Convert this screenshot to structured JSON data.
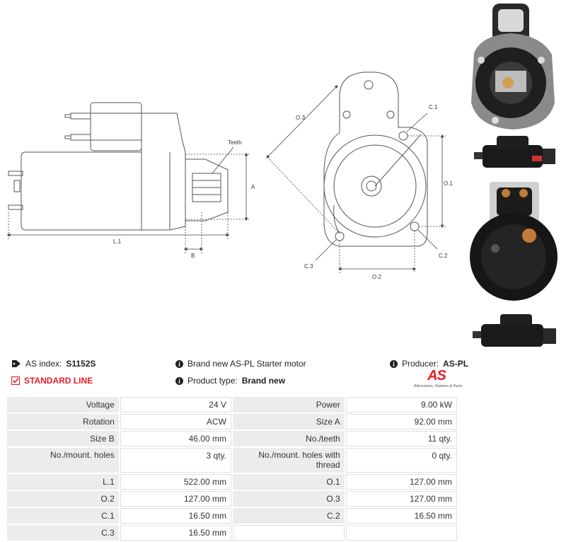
{
  "drawing": {
    "labels": {
      "teeth": "Teeth",
      "a": "A",
      "b": "B",
      "l1": "L.1",
      "o1": "O.1",
      "o2": "O.2",
      "o3": "O.3",
      "c1": "C.1",
      "c2": "C.2",
      "c3": "C.3"
    }
  },
  "info": {
    "as_index_label": "AS index:",
    "as_index_value": "S1152S",
    "standard_line": "STANDARD LINE",
    "description": "Brand new AS-PL Starter motor",
    "product_type_label": "Product type:",
    "product_type_value": "Brand new",
    "producer_label": "Producer:",
    "producer_value": "AS-PL",
    "logo_text": "AS",
    "logo_tagline": "Alternators, Starters & Parts"
  },
  "specs": [
    [
      "Voltage",
      "24 V",
      "Power",
      "9.00 kW"
    ],
    [
      "Rotation",
      "ACW",
      "Size A",
      "92.00 mm"
    ],
    [
      "Size B",
      "46.00 mm",
      "No./teeth",
      "11 qty."
    ],
    [
      "No./mount. holes",
      "3 qty.",
      "No./mount. holes with thread",
      "0 qty."
    ],
    [
      "L.1",
      "522.00 mm",
      "O.1",
      "127.00 mm"
    ],
    [
      "O.2",
      "127.00 mm",
      "O.3",
      "127.00 mm"
    ],
    [
      "C.1",
      "16.50 mm",
      "C.2",
      "16.50 mm"
    ],
    [
      "C.3",
      "16.50 mm",
      "",
      ""
    ]
  ],
  "icons": {
    "tag": "tag-icon",
    "check": "check-square-icon",
    "info": "info-circle-icon"
  },
  "colors": {
    "accent_red": "#e4202a",
    "table_label_bg": "#ececec",
    "line": "#555555"
  }
}
